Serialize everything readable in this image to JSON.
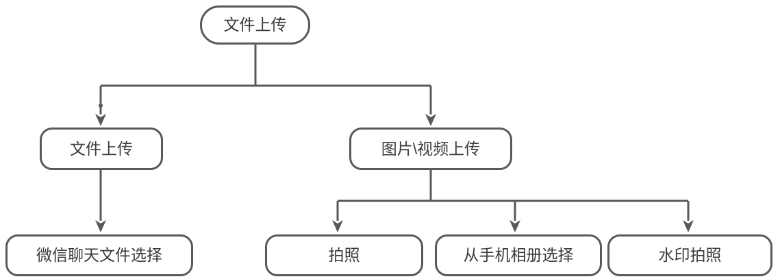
{
  "diagram": {
    "title": "file-upload-flowchart",
    "colors": {
      "line": "#595959",
      "text": "#3b3b3b",
      "node_background": "#ffffff",
      "page_background": "#ffffff"
    },
    "nodes": [
      {
        "id": "root",
        "label": "文件上传",
        "level": 1
      },
      {
        "id": "file-upload",
        "label": "文件上传",
        "level": 2
      },
      {
        "id": "media-upload",
        "label": "图片\\视频上传",
        "level": 2
      },
      {
        "id": "wechat-file",
        "label": "微信聊天文件选择",
        "level": 3
      },
      {
        "id": "take-photo",
        "label": "拍照",
        "level": 3
      },
      {
        "id": "phone-album",
        "label": "从手机相册选择",
        "level": 3
      },
      {
        "id": "watermark-photo",
        "label": "水印拍照",
        "level": 3
      }
    ],
    "edges": [
      {
        "from": "root",
        "to": "file-upload"
      },
      {
        "from": "root",
        "to": "media-upload"
      },
      {
        "from": "file-upload",
        "to": "wechat-file"
      },
      {
        "from": "media-upload",
        "to": "take-photo"
      },
      {
        "from": "media-upload",
        "to": "phone-album"
      },
      {
        "from": "media-upload",
        "to": "watermark-photo"
      }
    ]
  }
}
